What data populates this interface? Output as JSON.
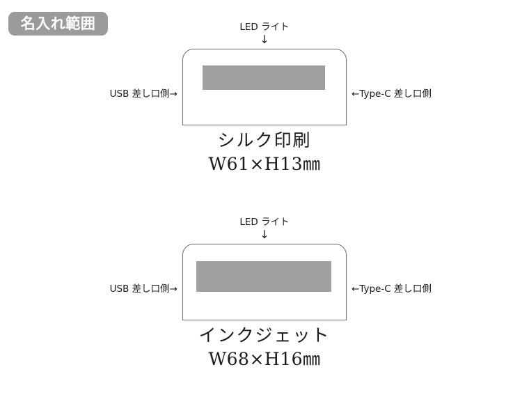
{
  "badge": {
    "label": "名入れ範囲",
    "bg_color": "#9b9b9b",
    "text_color": "#ffffff"
  },
  "colors": {
    "print_area": "#a0a0a0",
    "outline": "#6e6e6e",
    "background": "#ffffff",
    "text": "#1a1a1a"
  },
  "diagrams": [
    {
      "id": "silk",
      "top_label": "LED ライト",
      "top_arrow": "↓",
      "left_label": "USB 差し口側→",
      "right_label": "←Type-C 差し口側",
      "method": "シルク印刷",
      "size": "W61×H13㎜",
      "print_width_mm": 61,
      "print_height_mm": 13
    },
    {
      "id": "inkjet",
      "top_label": "LED ライト",
      "top_arrow": "↓",
      "left_label": "USB 差し口側→",
      "right_label": "←Type-C 差し口側",
      "method": "インクジェット",
      "size": "W68×H16㎜",
      "print_width_mm": 68,
      "print_height_mm": 16
    }
  ]
}
